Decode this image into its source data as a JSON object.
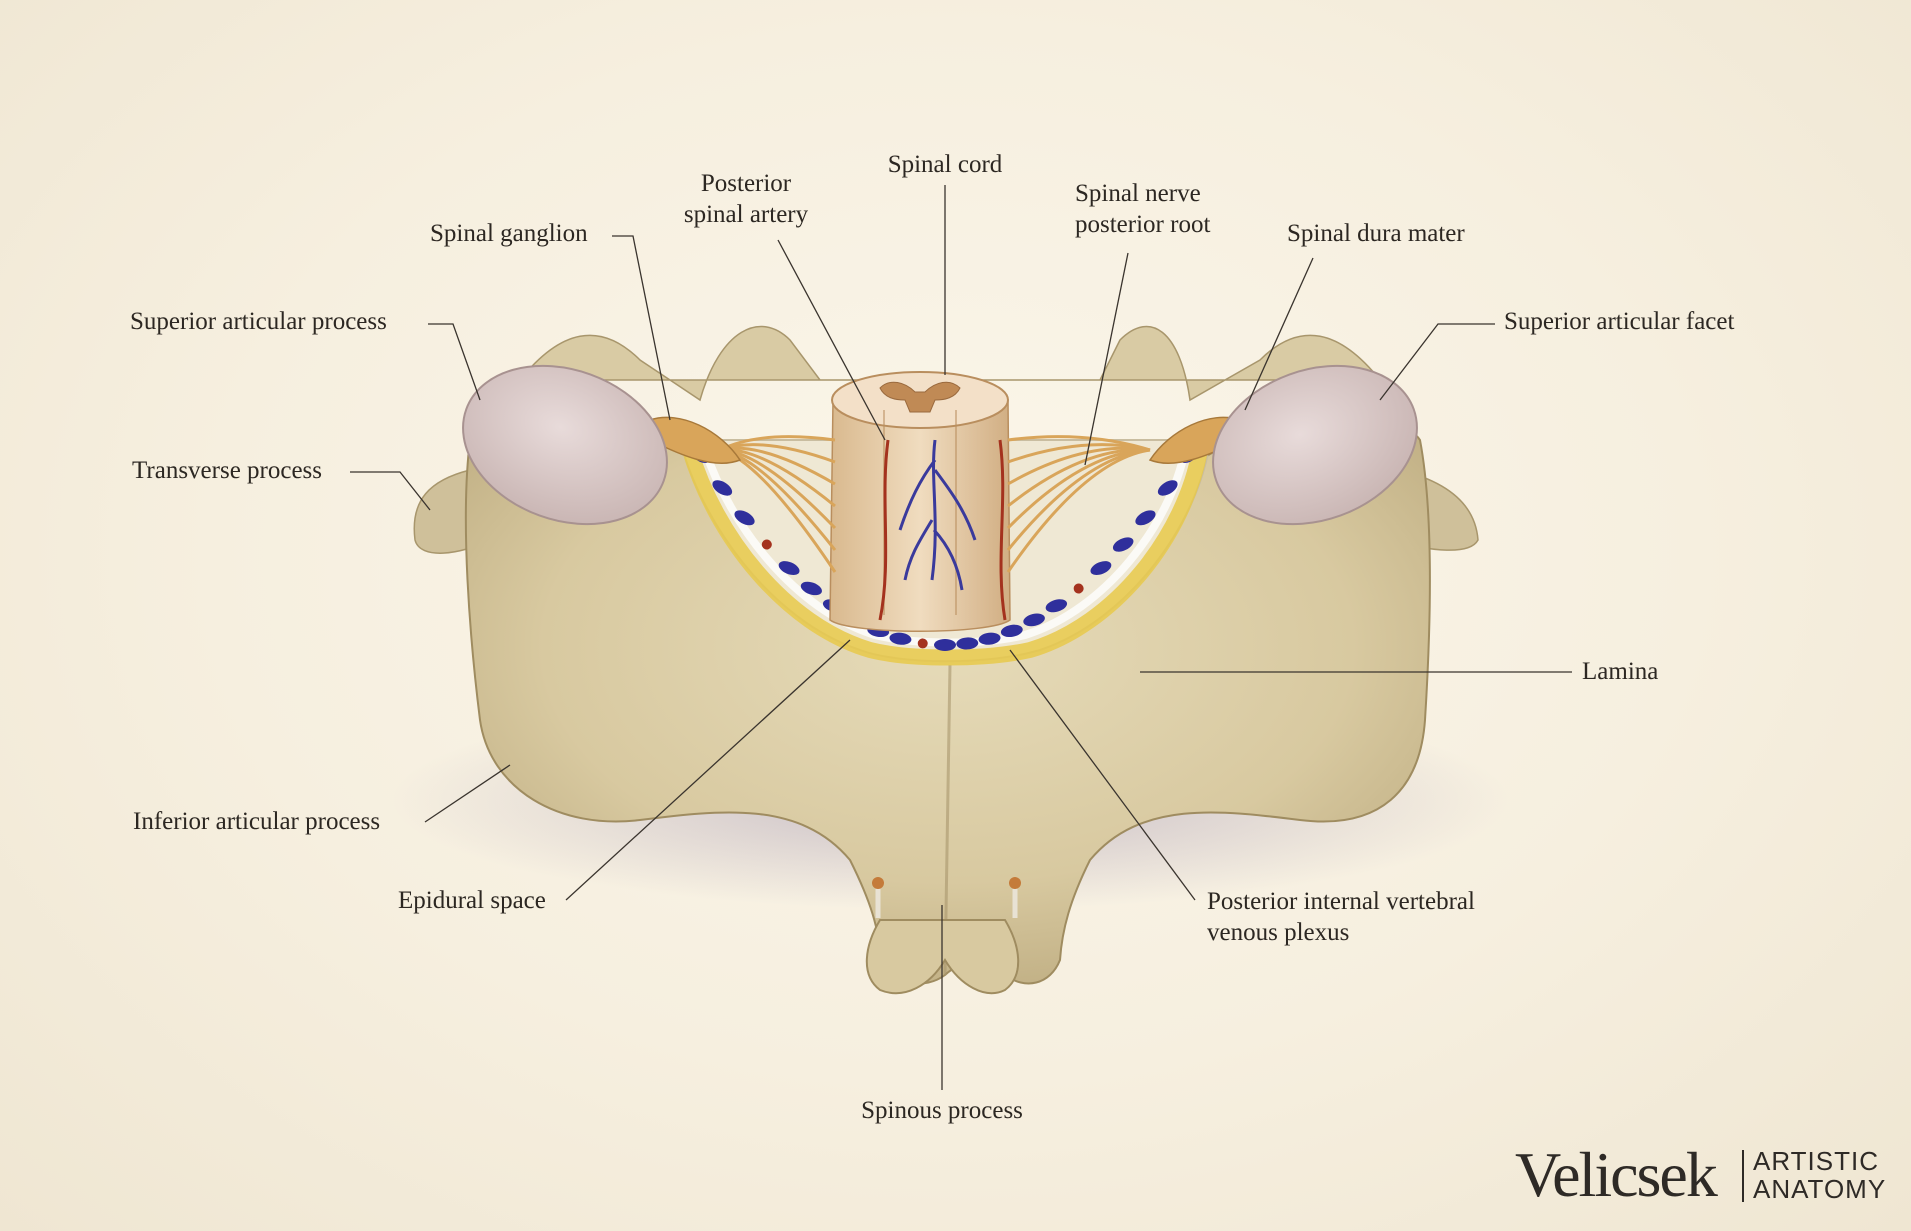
{
  "figure": {
    "labels": {
      "spinal_cord": "Spinal cord",
      "posterior_spinal_artery": [
        "Posterior",
        "spinal artery"
      ],
      "spinal_ganglion": "Spinal ganglion",
      "spinal_nerve_posterior_root": [
        "Spinal nerve",
        "posterior root"
      ],
      "spinal_dura_mater": "Spinal dura mater",
      "superior_articular_process": "Superior articular process",
      "superior_articular_facet": "Superior articular facet",
      "transverse_process": "Transverse process",
      "lamina": "Lamina",
      "inferior_articular_process": "Inferior articular process",
      "epidural_space": "Epidural space",
      "posterior_internal_vertebral_venous_plexus": [
        "Posterior internal vertebral",
        "venous plexus"
      ],
      "spinous_process": "Spinous process"
    }
  },
  "brand": {
    "name": "Velicsek",
    "line1": "ARTISTIC",
    "line2": "ANATOMY"
  },
  "colors": {
    "bone": "#ddd0aa",
    "bone_shadow": "#b9a77c",
    "facet": "#d9c8c6",
    "nerve": "#d9a55a",
    "vein": "#2f2f9c",
    "artery": "#a4321e",
    "fat": "#e8c94a",
    "leader_line": "#3a342e",
    "text": "#2c2722"
  }
}
